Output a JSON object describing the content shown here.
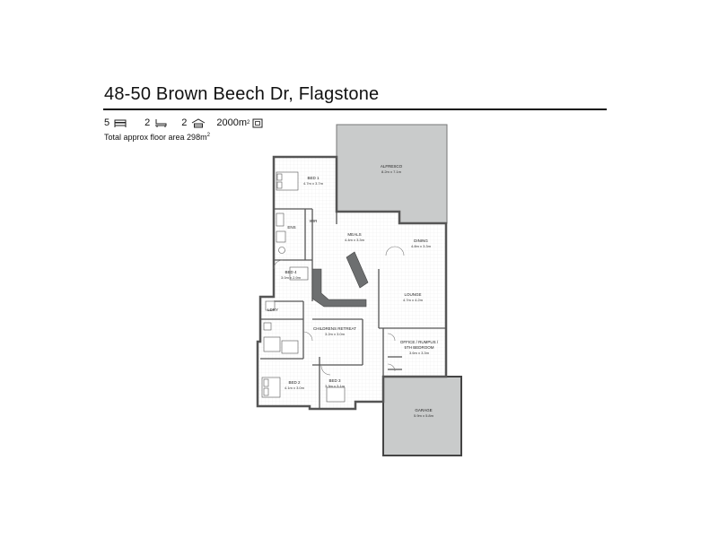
{
  "header": {
    "title": "48-50 Brown Beech Dr, Flagstone",
    "bedrooms": "5",
    "bathrooms": "2",
    "car_spaces": "2",
    "land_area": "2000m",
    "land_area_sup": "2",
    "floor_area_text": "Total approx floor area 298m",
    "floor_area_sup": "2"
  },
  "rooms": {
    "alfresco": {
      "name": "ALFRESCO",
      "dims": "8.2m x 7.1m"
    },
    "bed1": {
      "name": "BED 1",
      "dims": "4.7m x 3.7m"
    },
    "wir": {
      "name": "WIR",
      "dims": ""
    },
    "ens": {
      "name": "ENS",
      "dims": ""
    },
    "meals": {
      "name": "MEALS",
      "dims": "4.4m x 3.3m"
    },
    "dining": {
      "name": "DINING",
      "dims": "4.8m x 3.3m"
    },
    "bed4": {
      "name": "BED 4",
      "dims": "3.0m x 2.9m"
    },
    "lounge": {
      "name": "LOUNGE",
      "dims": "4.7m x 4.2m"
    },
    "lndry": {
      "name": "LDRY",
      "dims": ""
    },
    "childrens": {
      "name": "CHILDRENS RETREAT",
      "dims": "3.2m x 3.0m"
    },
    "office": {
      "name": "OFFICE / RUMPUS /",
      "name2": "5TH BEDROOM",
      "dims": "3.6m x 3.3m"
    },
    "bed2": {
      "name": "BED 2",
      "dims": "4.1m x 3.0m"
    },
    "bed3": {
      "name": "BED 3",
      "dims": "3.3m x 3.1m"
    },
    "garage": {
      "name": "GARAGE",
      "dims": "5.9m x 5.8m"
    }
  }
}
